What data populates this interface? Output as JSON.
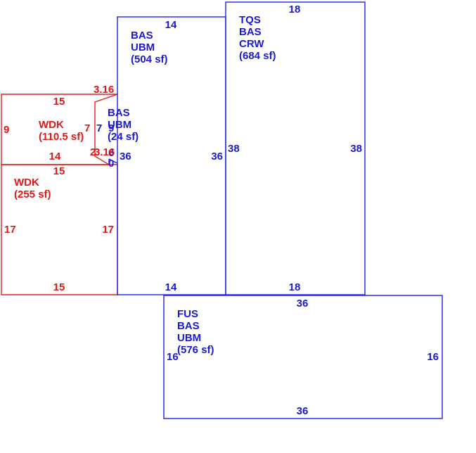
{
  "colors": {
    "blue": "#1a1ad0",
    "red": "#e01818"
  },
  "areas": {
    "bas_504": {
      "lines": [
        "BAS",
        "UBM",
        "(504 sf)"
      ]
    },
    "tqs_684": {
      "lines": [
        "TQS",
        "BAS",
        "CRW",
        "(684 sf)"
      ]
    },
    "bas_24": {
      "lines": [
        "BAS",
        "UBM",
        "(24 sf)"
      ]
    },
    "wdk_110": {
      "lines": [
        "WDK",
        "(110.5 sf)"
      ]
    },
    "wdk_255": {
      "lines": [
        "WDK",
        "(255 sf)"
      ]
    },
    "fus_576": {
      "lines": [
        "FUS",
        "BAS",
        "UBM",
        "(576 sf)"
      ]
    }
  },
  "dimensions": {
    "bas504_top": "14",
    "bas504_left": "36",
    "bas504_right": "36",
    "bas504_bottom": "14",
    "tqs_top": "18",
    "tqs_left": "38",
    "tqs_right": "38",
    "tqs_bottom": "18",
    "small_a": "7",
    "small_b": "7",
    "small_c": "9",
    "small_d": "6",
    "small_e": "0",
    "wdk110_top": "15",
    "wdk110_left": "9",
    "wdk110_bottom": "14",
    "wdk110_right": "7",
    "wdk110_diag_top": "3.16",
    "wdk110_diag_bottom_a": "2",
    "wdk110_diag_bottom_b": "3.16",
    "wdk255_top": "15",
    "wdk255_left": "17",
    "wdk255_right": "17",
    "wdk255_bottom": "15",
    "fus_top": "36",
    "fus_left": "16",
    "fus_right": "16",
    "fus_bottom": "36"
  }
}
